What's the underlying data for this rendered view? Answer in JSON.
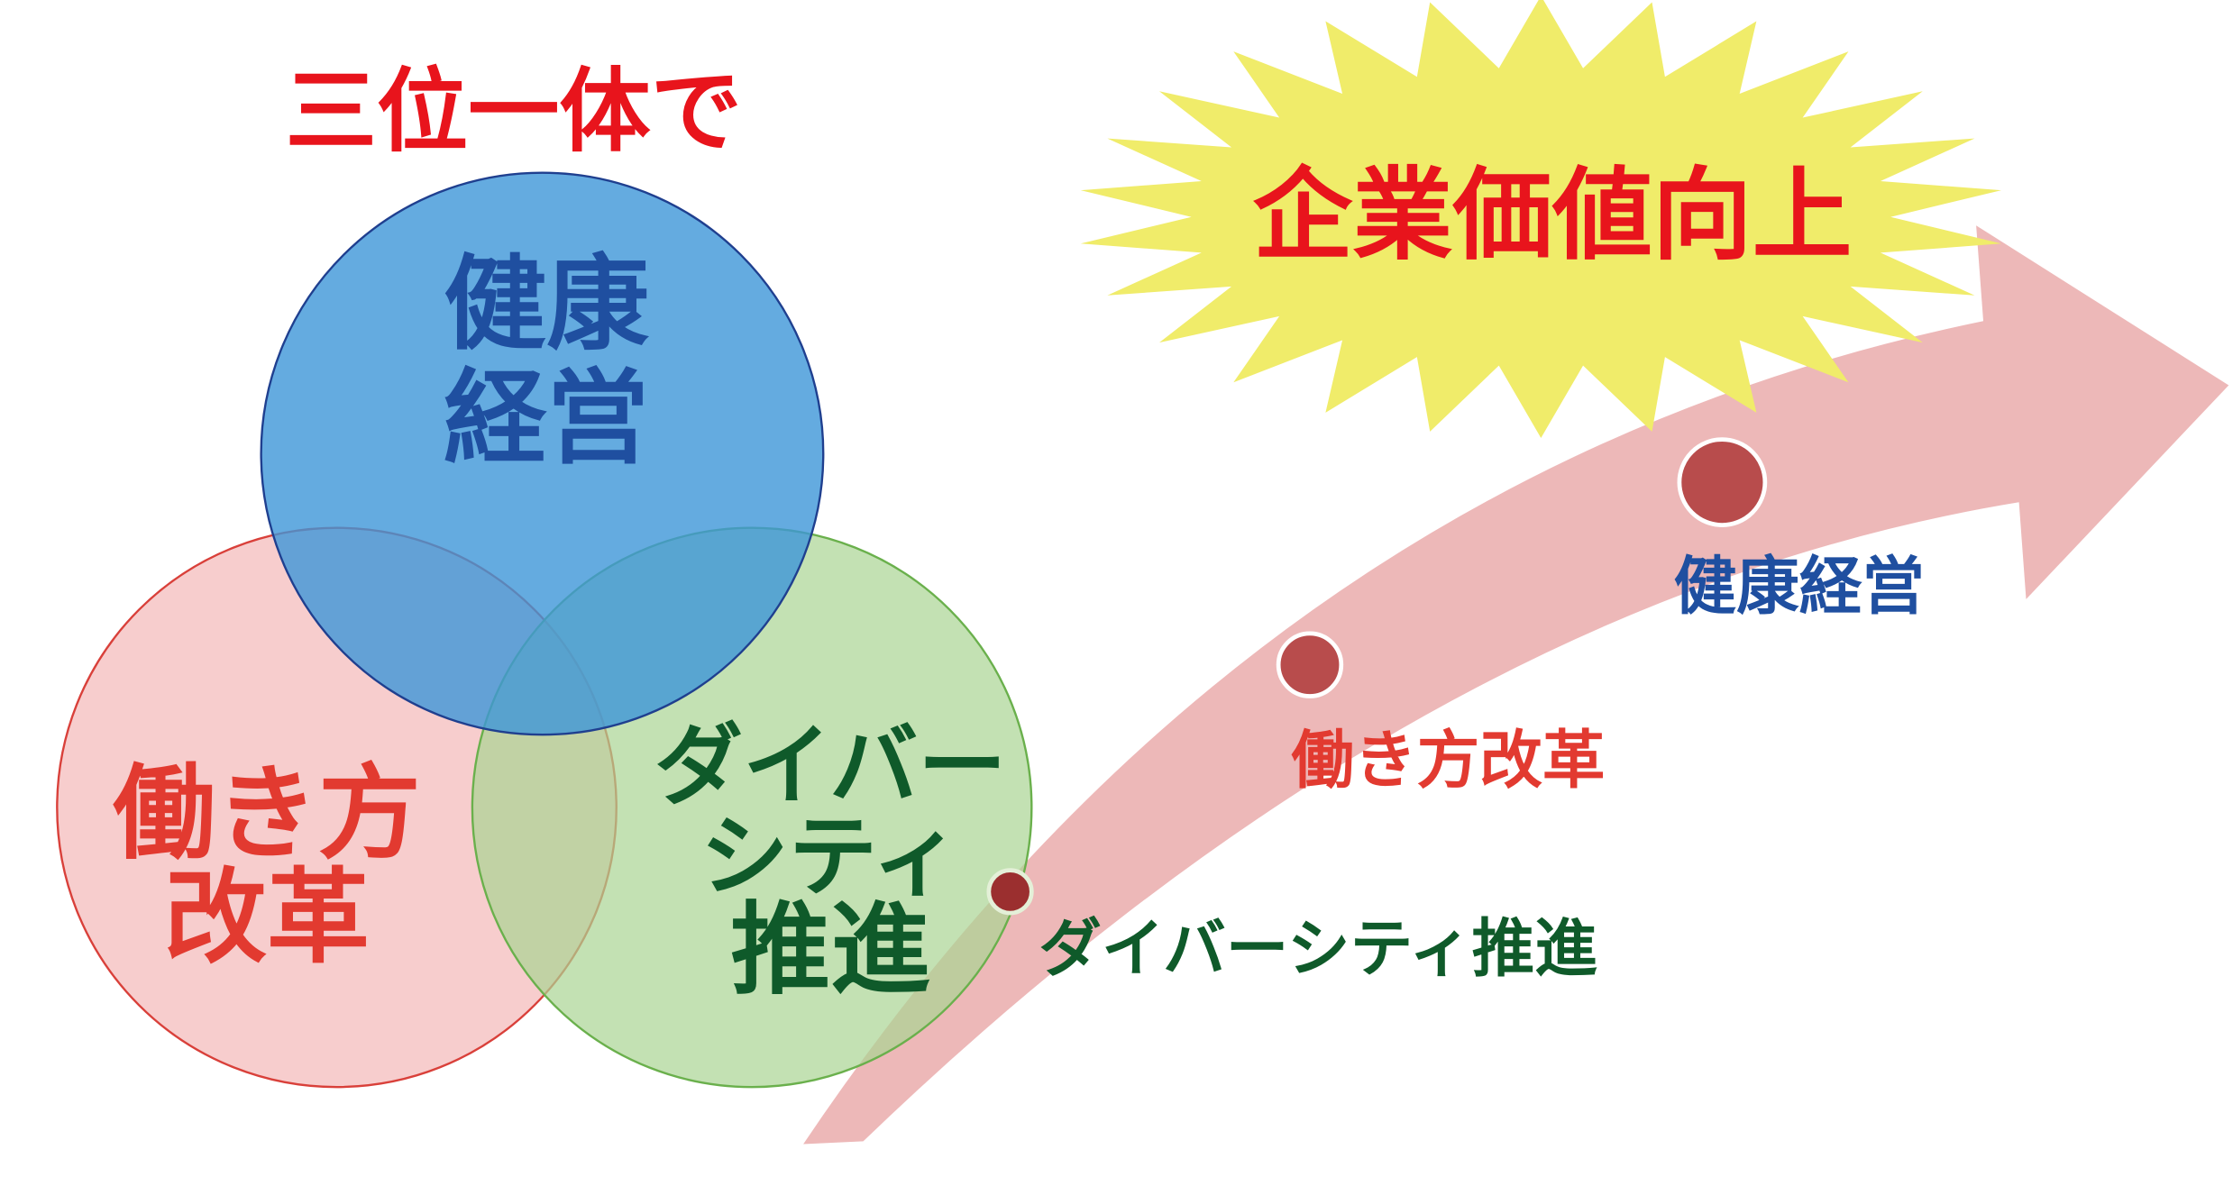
{
  "title": "三位一体で",
  "goal": "企業価値向上",
  "circles": {
    "health": {
      "line1": "健康",
      "line2": "経営"
    },
    "work": {
      "line1": "働き方",
      "line2": "改革"
    },
    "diversity": {
      "line1": "ダイバー",
      "line2": "シティ",
      "line3": "推進"
    }
  },
  "arrow_labels": {
    "diversity": "ダイバーシティ推進",
    "work": "働き方改革",
    "health": "健康経営"
  },
  "colors": {
    "title_red": "#e8141c",
    "health_blue": "#1f4fa0",
    "work_red": "#e23a30",
    "diversity_green": "#0f5a2a",
    "blue_fill": "#4fa6df",
    "red_fill": "#f4bcbc",
    "green_fill": "#a9d493",
    "star_yellow": "#f0ec6a",
    "arrow_pink": "#edb8b8",
    "dot": "#b84c4c"
  }
}
